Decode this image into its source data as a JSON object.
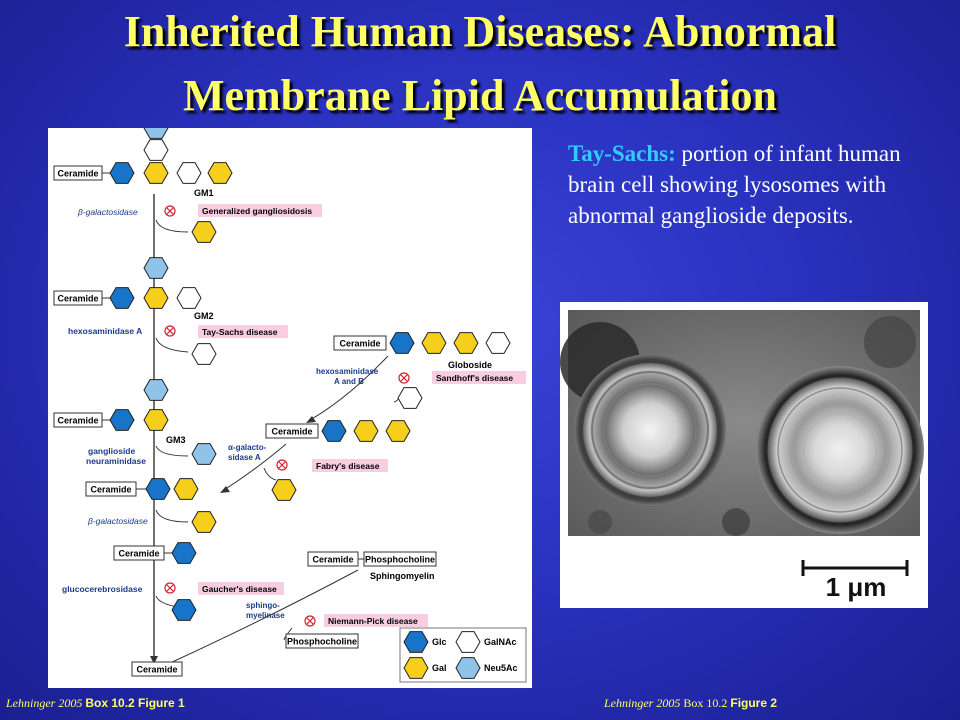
{
  "title": {
    "line1": "Inherited Human Diseases: Abnormal",
    "line2": "Membrane Lipid Accumulation"
  },
  "caption": {
    "lead": "Tay-Sachs:",
    "body": "portion of infant human brain cell showing lysosomes with abnormal ganglioside deposits."
  },
  "diagram": {
    "ceramide": "Ceramide",
    "gm1": "GM1",
    "gm2": "GM2",
    "gm3": "GM3",
    "globoside": "Globoside",
    "enzyme_bgal1": "β-galactosidase",
    "enzyme_hexA": "hexosaminidase A",
    "enzyme_hexAB_1": "hexosaminidase",
    "enzyme_hexAB_2": "A and B",
    "enzyme_neur_1": "ganglioside",
    "enzyme_neur_2": "neuraminidase",
    "enzyme_agal_1": "α-galacto-",
    "enzyme_agal_2": "sidase A",
    "enzyme_bgal2": "β-galactosidase",
    "enzyme_gluco": "glucocerebrosidase",
    "enzyme_sphingo_1": "sphingo-",
    "enzyme_sphingo_2": "myelinase",
    "disease_gen": "Generalized gangliosidosis",
    "disease_tay": "Tay-Sachs disease",
    "disease_sandhoff": "Sandhoff's disease",
    "disease_fabry": "Fabry's disease",
    "disease_gaucher": "Gaucher's disease",
    "disease_niemann": "Niemann-Pick disease",
    "phosphocholine": "Phosphocholine",
    "sphingomyelin": "Sphingomyelin",
    "legend": {
      "glc": "Glc",
      "gal": "Gal",
      "galnac": "GalNAc",
      "neu5ac": "Neu5Ac"
    },
    "colors": {
      "glc": "#1874c8",
      "gal": "#f5cf1c",
      "galnac": "#ffffff",
      "neu5ac": "#8fc3ea",
      "disease_bg": "#f8cde0",
      "inhibit": "#d02030"
    }
  },
  "micrograph": {
    "scale_label": "1 μm"
  },
  "credits": {
    "left_author": "Lehninger 2005",
    "left_ref": "Box 10.2 Figure 1",
    "right_author": "Lehninger 2005",
    "right_ref_box": "Box 10.2",
    "right_ref_fig": "Figure 2"
  }
}
